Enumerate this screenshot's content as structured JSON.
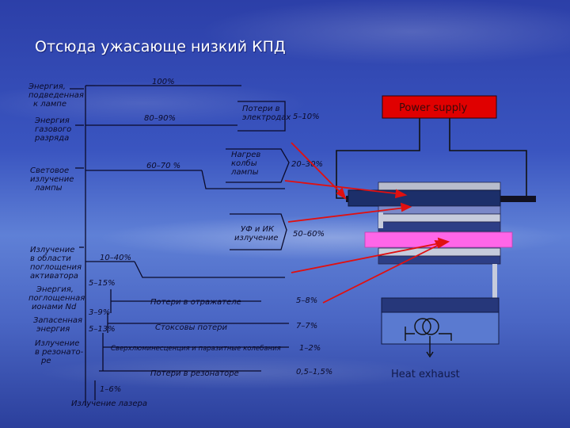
{
  "slide": {
    "title": "Отсюда ужасающе низкий КПД"
  },
  "flow_diagram": {
    "left_labels": [
      [
        "Энергия,",
        "подведенная",
        "к лампе"
      ],
      [
        "Энергия",
        "газового",
        "разряда"
      ],
      [
        "Световое",
        "излучение",
        "лампы"
      ],
      [
        "Излучение",
        "в области",
        "поглощения",
        "активатора"
      ],
      [
        "Энергия,",
        "поглощенная",
        "ионами Nd"
      ],
      [
        "Запасенная",
        "энергия"
      ],
      [
        "Излучение",
        "в резонато-",
        "ре"
      ]
    ],
    "percent_labels": [
      "100%",
      "80–90%",
      "60–70 %",
      "10–40%",
      "5–15%",
      "3–9%",
      "5–13%",
      "1–6%"
    ],
    "loss_labels": [
      [
        "Потери в",
        "электродах"
      ],
      [
        "Нагрев",
        "колбы",
        "лампы"
      ],
      [
        "УФ и ИК",
        "излучение"
      ],
      [
        "Потери в отражателе"
      ],
      [
        "Стоксовы потери"
      ],
      [
        "Сверхлюминесценция и паразитные колебания"
      ],
      [
        "Потери в резонаторе"
      ]
    ],
    "loss_percents": [
      "5–10%",
      "20–30%",
      "50–60%",
      "5–8%",
      "7–7%",
      "1–2%",
      "0,5–1,5%"
    ],
    "output_label": "Излучение лазера"
  },
  "laser_schematic": {
    "power_supply_label": "Power supply",
    "heat_exhaust_label": "Heat exhaust",
    "colors": {
      "power_box": "#e00000",
      "lamp": "#ff66e8",
      "arrow": "#e01010"
    }
  }
}
